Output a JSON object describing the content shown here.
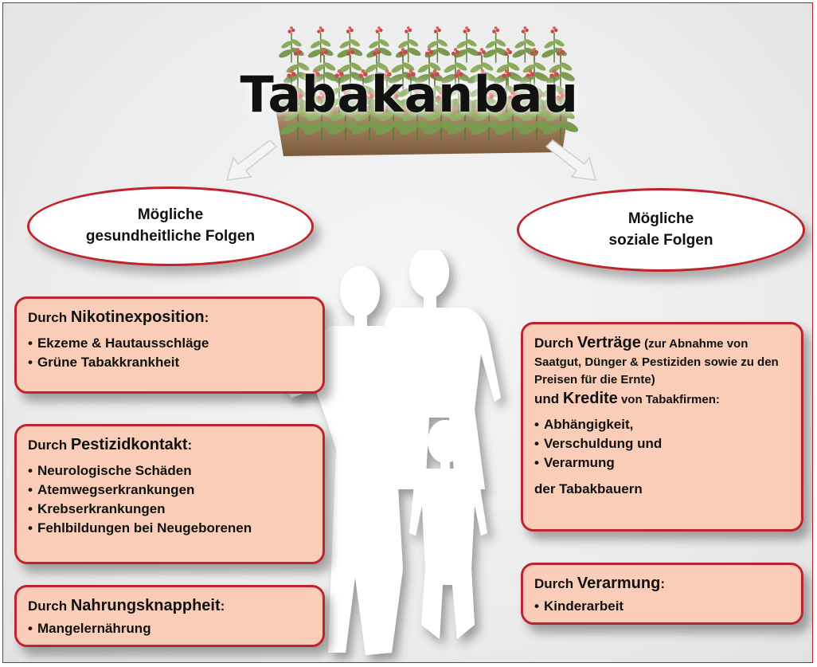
{
  "title": "Tabakanbau",
  "left_oval": {
    "text": "Mögliche\ngesundheitliche Folgen"
  },
  "right_oval": {
    "text": "Mögliche\nsoziale Folgen"
  },
  "health": [
    {
      "prefix": "Durch ",
      "keyword": "Nikotinexposition",
      "suffix": ":",
      "items": [
        "Ekzeme & Hautausschläge",
        "Grüne Tabakkrankheit"
      ]
    },
    {
      "prefix": "Durch ",
      "keyword": "Pestizidkontakt",
      "suffix": ":",
      "items": [
        "Neurologische Schäden",
        "Atemwegserkrankungen",
        "Krebserkrankungen",
        "Fehlbildungen bei Neugeborenen"
      ]
    },
    {
      "prefix": "Durch ",
      "keyword": "Nahrungsknappheit",
      "suffix": ":",
      "items": [
        "Mangelernährung"
      ]
    }
  ],
  "social": [
    {
      "prefix": "Durch ",
      "keyword": "Verträge",
      "note": " (zur Abnahme von Saatgut, Dünger & Pestiziden sowie zu den Preisen für die Ernte)",
      "and": "und ",
      "keyword2": "Kredite",
      "suffix2": " von Tabakfirmen:",
      "items": [
        "Abhängigkeit,",
        "Verschuldung und",
        "Verarmung"
      ],
      "footer": "der Tabakbauern"
    },
    {
      "prefix": "Durch ",
      "keyword": "Verarmung",
      "suffix": ":",
      "items": [
        "Kinderarbeit"
      ]
    }
  ],
  "colors": {
    "border": "#c0232b",
    "box_fill": "#f9cdb8",
    "figure": "#ffffff",
    "plants": "#7a9a4f",
    "flowers": "#c94a4a"
  }
}
